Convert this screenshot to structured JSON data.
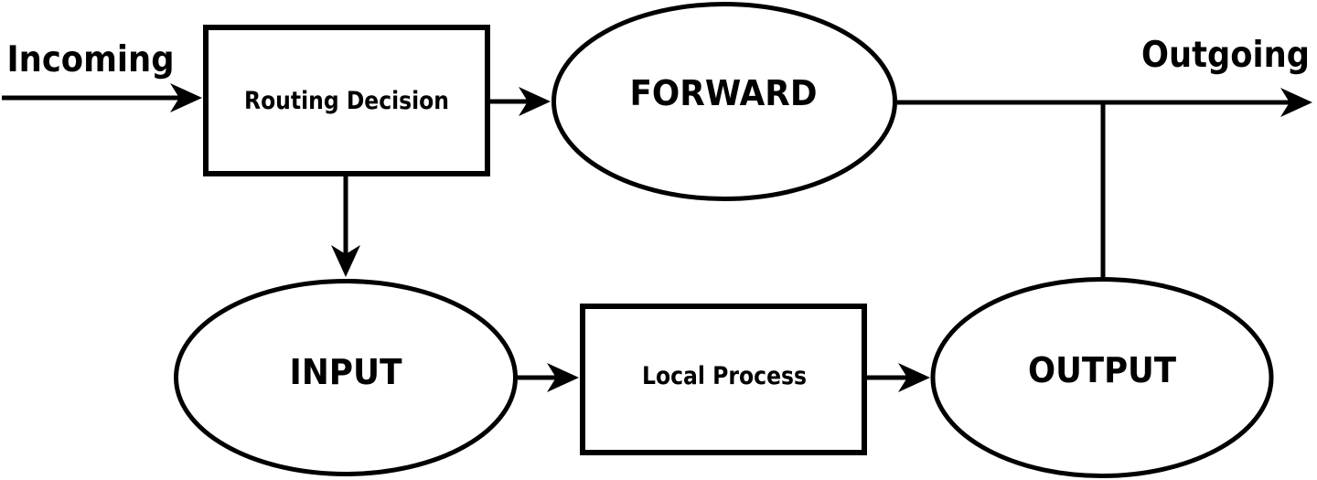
{
  "diagram": {
    "flow_labels": {
      "incoming": "Incoming",
      "outgoing": "Outgoing"
    },
    "nodes": {
      "routing_decision": {
        "label": "Routing Decision",
        "shape": "rectangle"
      },
      "forward": {
        "label": "FORWARD",
        "shape": "ellipse"
      },
      "input": {
        "label": "INPUT",
        "shape": "ellipse"
      },
      "local_process": {
        "label": "Local Process",
        "shape": "rectangle"
      },
      "output": {
        "label": "OUTPUT",
        "shape": "ellipse"
      }
    },
    "connections": [
      {
        "from": "Incoming",
        "to": "Routing Decision",
        "arrow": true
      },
      {
        "from": "Routing Decision",
        "to": "FORWARD",
        "arrow": true
      },
      {
        "from": "FORWARD",
        "to": "Outgoing",
        "arrow": true
      },
      {
        "from": "Routing Decision",
        "to": "INPUT",
        "arrow": true
      },
      {
        "from": "INPUT",
        "to": "Local Process",
        "arrow": true
      },
      {
        "from": "Local Process",
        "to": "OUTPUT",
        "arrow": true
      },
      {
        "from": "OUTPUT",
        "to": "Outgoing",
        "arrow": false
      }
    ],
    "colors": {
      "stroke": "#000000",
      "fill": "#ffffff",
      "text": "#000000",
      "background": "#ffffff"
    }
  }
}
